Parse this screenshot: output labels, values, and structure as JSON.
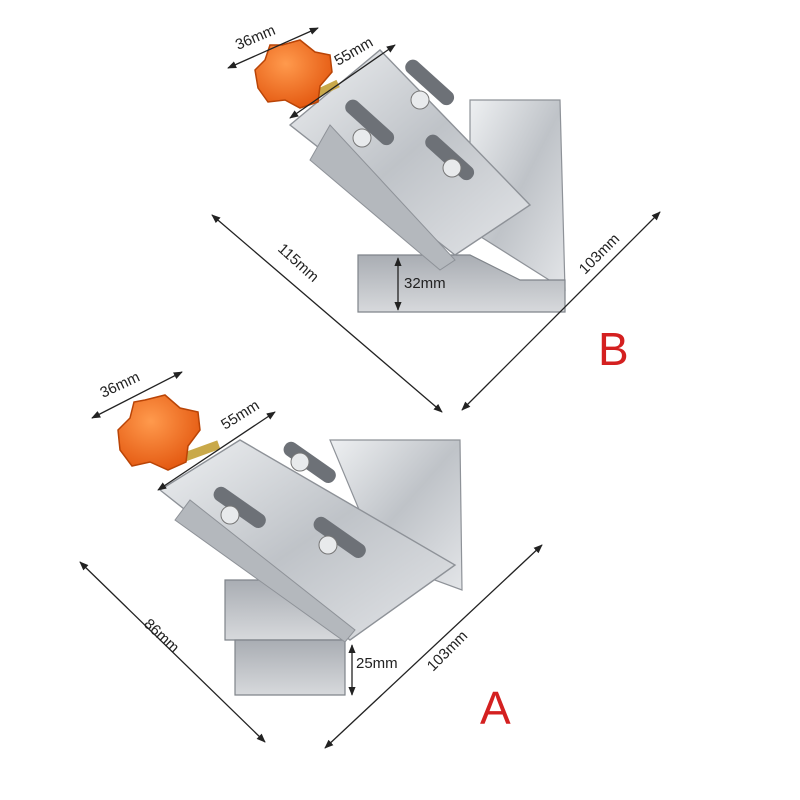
{
  "variants": {
    "b": {
      "letter": "B",
      "knob_diameter": "36mm",
      "plate_width": "55mm",
      "length": "115mm",
      "depth": "103mm",
      "jaw_height": "32mm"
    },
    "a": {
      "letter": "A",
      "knob_diameter": "36mm",
      "plate_width": "55mm",
      "length": "86mm",
      "depth": "103mm",
      "jaw_height": "25mm"
    }
  },
  "colors": {
    "knob": "#f26a1f",
    "steel": "#c9ccd1",
    "label_letter": "#d42020",
    "dimension_line": "#222222"
  }
}
